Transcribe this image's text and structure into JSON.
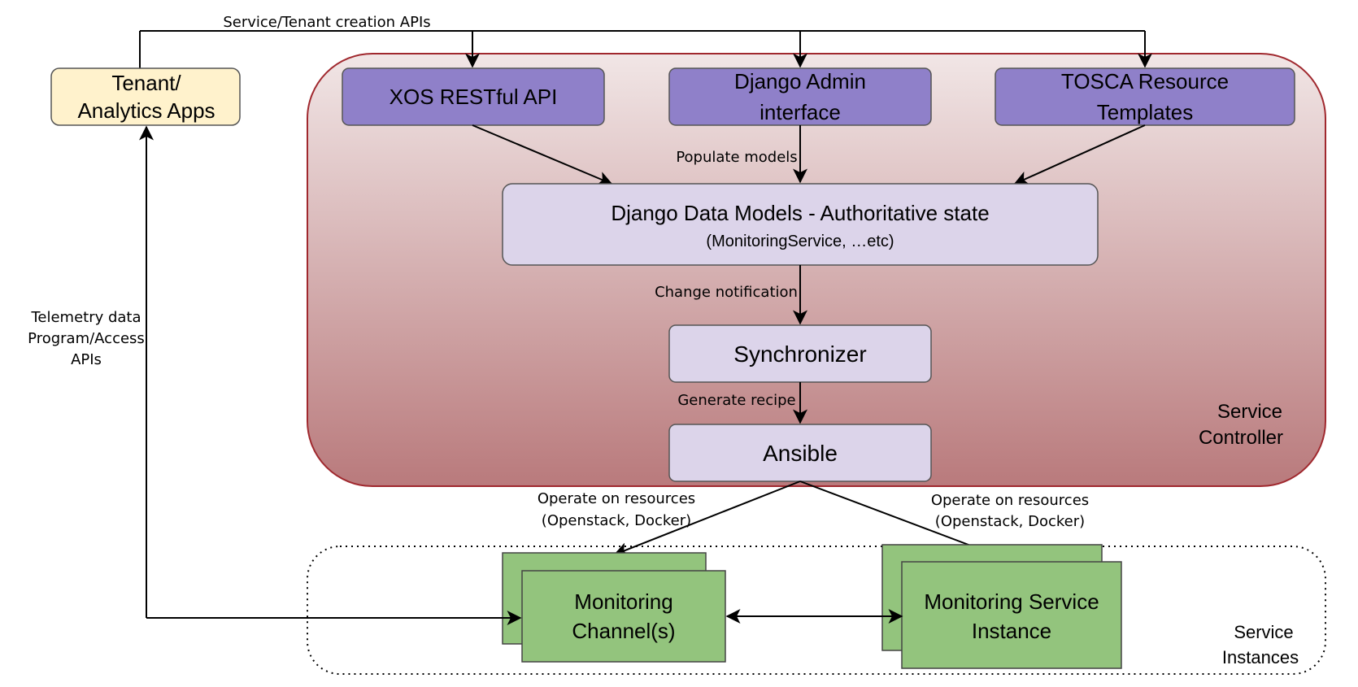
{
  "colors": {
    "controller_top": "#f1e6e6",
    "controller_bottom": "#b97a7c",
    "controller_border": "#a0282e",
    "api_box": "#8f80c9",
    "model_box": "#dcd4ea",
    "tenant_box": "#fff2cc",
    "instance_box": "#93c47d",
    "border": "#555555",
    "line": "#000000"
  },
  "labels": {
    "top_apis": "Service/Tenant creation APIs",
    "populate": "Populate models",
    "change": "Change notification",
    "generate": "Generate recipe",
    "operate_left_1": "Operate on resources",
    "operate_left_2": "(Openstack, Docker)",
    "operate_right_1": "Operate on resources",
    "operate_right_2": "(Openstack, Docker)",
    "telemetry_1": "Telemetry data",
    "telemetry_2": "Program/Access",
    "telemetry_3": "APIs"
  },
  "boxes": {
    "tenant_1": "Tenant/",
    "tenant_2": "Analytics Apps",
    "xos": "XOS RESTful API",
    "django_admin_1": "Django Admin",
    "django_admin_2": "interface",
    "tosca_1": "TOSCA Resource",
    "tosca_2": "Templates",
    "models_1": "Django Data Models - Authoritative state",
    "models_2": "(MonitoringService, …etc)",
    "synchronizer": "Synchronizer",
    "ansible": "Ansible",
    "channel_1": "Monitoring",
    "channel_2": "Channel(s)",
    "instance_1": "Monitoring Service",
    "instance_2": "Instance"
  },
  "regions": {
    "controller_1": "Service",
    "controller_2": "Controller",
    "instances_1": "Service",
    "instances_2": "Instances"
  }
}
